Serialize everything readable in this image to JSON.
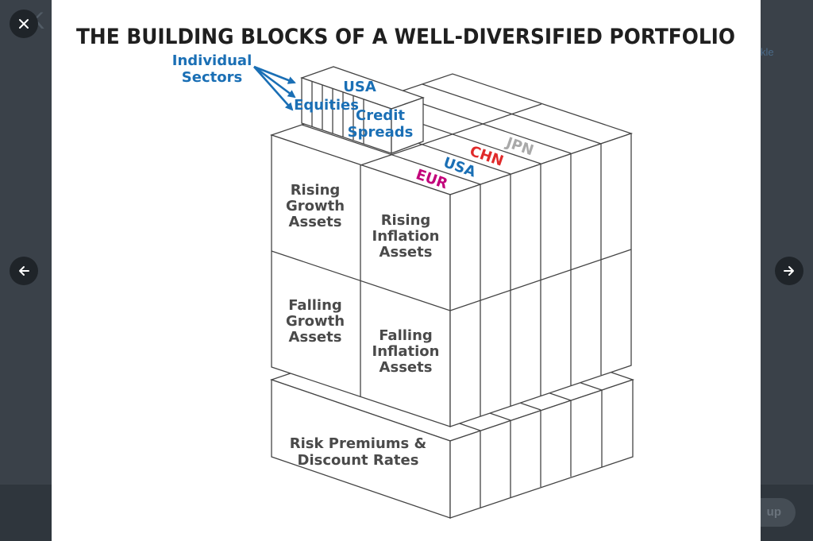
{
  "background": {
    "left_glyph": "K",
    "right_snippet": "kle",
    "bottom_button": "up"
  },
  "controls": {
    "close_icon": "close-icon",
    "prev_icon": "arrow-left-icon",
    "next_icon": "arrow-right-icon"
  },
  "colors": {
    "blue": "#1a6fb5",
    "red": "#e02a2a",
    "magenta": "#c2007a",
    "gray_label": "#a9a9a9",
    "text": "#4a4a4a"
  },
  "figure": {
    "title": "THE BUILDING BLOCKS OF A WELL-DIVERSIFIED PORTFOLIO",
    "callout": {
      "line1": "Individual",
      "line2": "Sectors"
    },
    "top_block": {
      "usa": "USA",
      "equities": "Equities",
      "credit1": "Credit",
      "credit2": "Spreads"
    },
    "countries": {
      "jpn": "JPN",
      "chn": "CHN",
      "usa": "USA",
      "eur": "EUR"
    },
    "quadrants": {
      "rising_growth": [
        "Rising",
        "Growth",
        "Assets"
      ],
      "rising_inflation": [
        "Rising",
        "Inflation",
        "Assets"
      ],
      "falling_growth": [
        "Falling",
        "Growth",
        "Assets"
      ],
      "falling_inflation": [
        "Falling",
        "Inflation",
        "Assets"
      ]
    },
    "base": {
      "line1": "Risk Premiums &",
      "line2": "Discount Rates"
    }
  }
}
